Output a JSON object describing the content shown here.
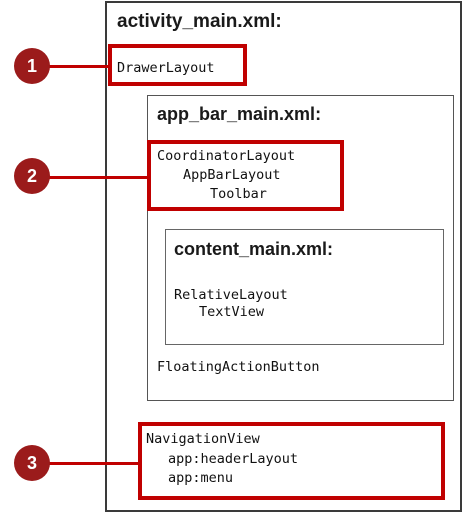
{
  "activity_main": {
    "title": "activity_main.xml:",
    "drawer": "DrawerLayout",
    "navigation": {
      "view": "NavigationView",
      "header": "app:headerLayout",
      "menu": "app:menu"
    }
  },
  "app_bar_main": {
    "title": "app_bar_main.xml:",
    "coordinator": "CoordinatorLayout",
    "appbar": "AppBarLayout",
    "toolbar": "Toolbar",
    "fab": "FloatingActionButton"
  },
  "content_main": {
    "title": "content_main.xml:",
    "relative": "RelativeLayout",
    "textview": "TextView"
  },
  "callouts": [
    "1",
    "2",
    "3"
  ],
  "colors": {
    "highlight": "#c00000",
    "badge": "#9b1b1b"
  }
}
